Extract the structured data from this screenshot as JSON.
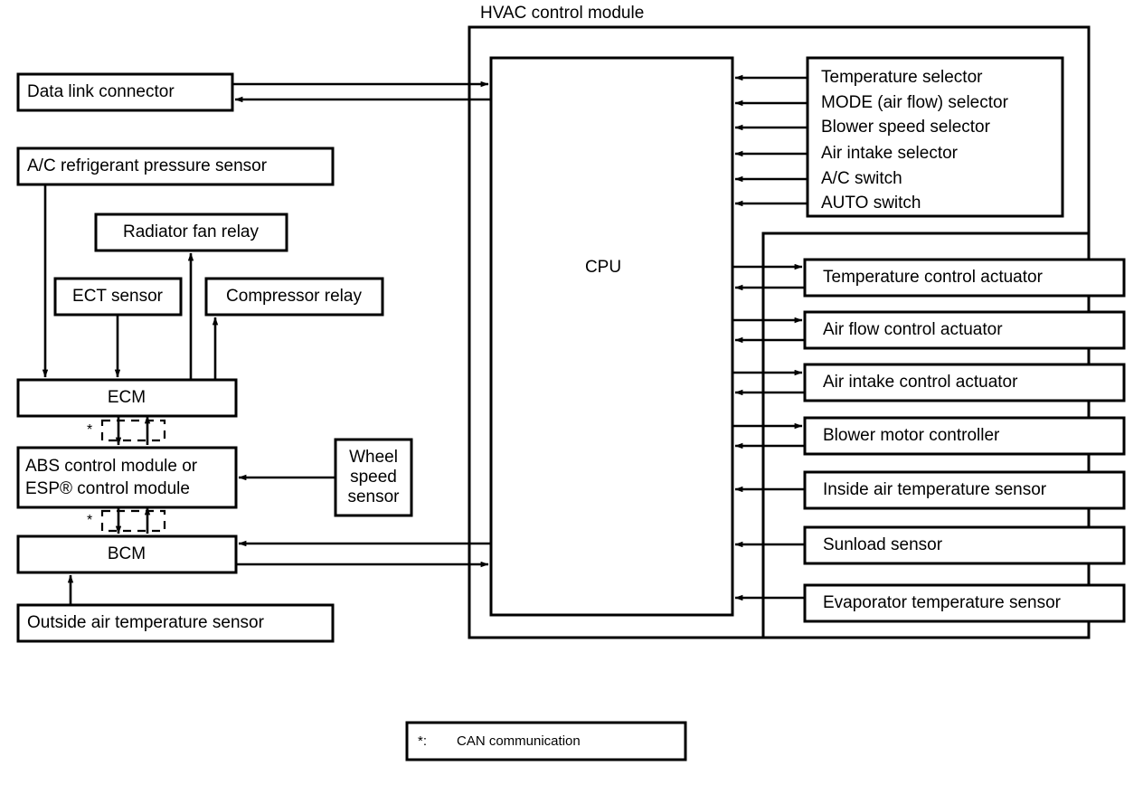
{
  "diagram": {
    "title": "HVAC control module",
    "cpu_label": "CPU",
    "legend": {
      "marker": "*:",
      "text": "CAN communication"
    },
    "can_marker": "*",
    "left_nodes": [
      {
        "id": "data-link-connector",
        "label": "Data link connector"
      },
      {
        "id": "ac-refrigerant-pressure-sensor",
        "label": "A/C refrigerant pressure sensor"
      },
      {
        "id": "radiator-fan-relay",
        "label": "Radiator fan relay"
      },
      {
        "id": "ect-sensor",
        "label": "ECT sensor"
      },
      {
        "id": "compressor-relay",
        "label": "Compressor relay"
      },
      {
        "id": "ecm",
        "label": "ECM"
      },
      {
        "id": "abs-esp-control-module",
        "label_line1": "ABS control module or",
        "label_line2": "ESP® control module"
      },
      {
        "id": "wheel-speed-sensor",
        "label_line1": "Wheel",
        "label_line2": "speed",
        "label_line3": "sensor"
      },
      {
        "id": "bcm",
        "label": "BCM"
      },
      {
        "id": "outside-air-temperature-sensor",
        "label": "Outside air temperature sensor"
      }
    ],
    "input_selectors": [
      "Temperature selector",
      "MODE (air flow) selector",
      "Blower speed selector",
      "Air intake selector",
      "A/C switch",
      "AUTO switch"
    ],
    "right_nodes": [
      {
        "id": "temperature-control-actuator",
        "label": "Temperature control actuator",
        "direction": "bidirectional"
      },
      {
        "id": "air-flow-control-actuator",
        "label": "Air flow control actuator",
        "direction": "bidirectional"
      },
      {
        "id": "air-intake-control-actuator",
        "label": "Air intake control actuator",
        "direction": "bidirectional"
      },
      {
        "id": "blower-motor-controller",
        "label": "Blower motor controller",
        "direction": "bidirectional"
      },
      {
        "id": "inside-air-temperature-sensor",
        "label": "Inside air temperature sensor",
        "direction": "input"
      },
      {
        "id": "sunload-sensor",
        "label": "Sunload sensor",
        "direction": "input"
      },
      {
        "id": "evaporator-temperature-sensor",
        "label": "Evaporator temperature sensor",
        "direction": "input"
      }
    ],
    "colors": {
      "stroke": "#000000",
      "background": "#ffffff"
    }
  }
}
